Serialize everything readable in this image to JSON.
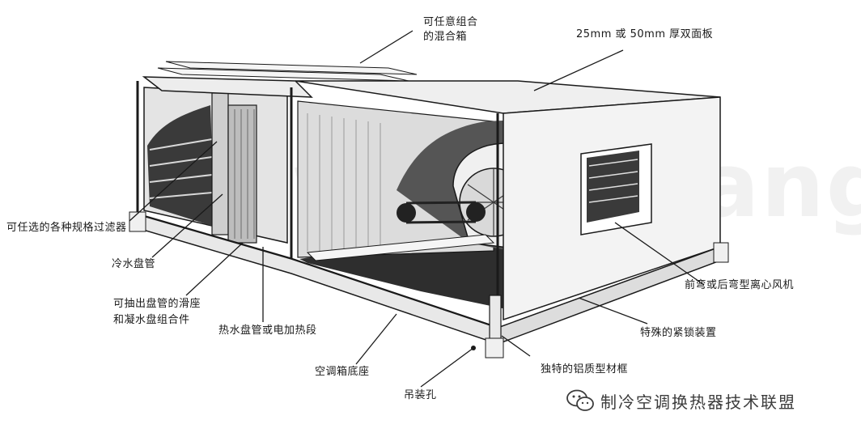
{
  "labels": {
    "mixing_box": "可任意组合\n的混合箱",
    "double_panel": "25mm 或 50mm 厚双面板",
    "filters": "可任选的各种规格过滤器",
    "cold_coil": "冷水盘管",
    "slide_rail": "可抽出盘管的滑座\n和凝水盘组合件",
    "heating_section": "热水盘管或电加热段",
    "base": "空调箱底座",
    "lifting_hole": "吊装孔",
    "centrifugal_fan": "前弯或后弯型离心风机",
    "locking_device": "特殊的紧锁装置",
    "aluminum_frame": "独特的铝质型材框"
  },
  "watermark": "www.ahang.com",
  "credit": "制冷空调换热器技术联盟",
  "colors": {
    "line": "#1a1a1a",
    "panel": "#ececec",
    "dark": "#5a5a5a",
    "floor": "#2e2e2e"
  }
}
